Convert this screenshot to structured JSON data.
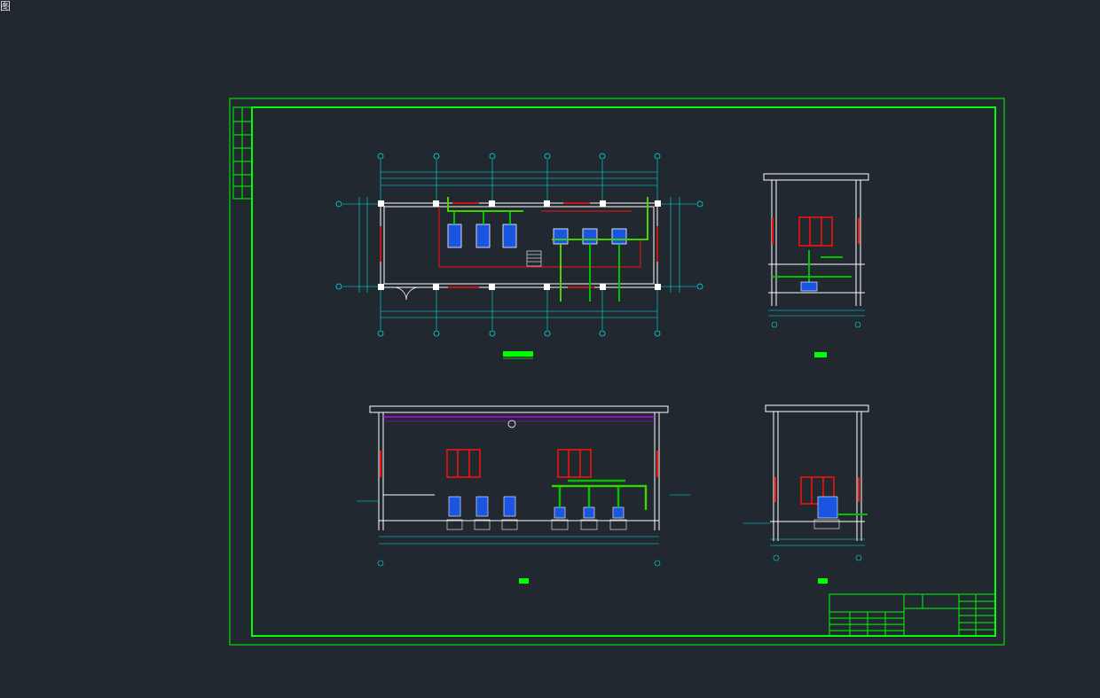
{
  "app": {
    "corner_glyph": "图"
  },
  "colors": {
    "background": "#212830",
    "frame": "#00ff00",
    "dimension": "#00e5e5",
    "wall": "#ffffff",
    "window": "#ff1010",
    "equipment": "#2a6cff",
    "pipe": "#00c000",
    "pipe_highlight": "#ffff00",
    "beam_line": "#c000ff",
    "label_fill": "#00ff00",
    "note_text": "#c060ff"
  },
  "drawing": {
    "views": [
      {
        "id": "plan",
        "kind": "floor-plan",
        "label": ""
      },
      {
        "id": "section-1",
        "kind": "cross-section",
        "label": ""
      },
      {
        "id": "section-2",
        "kind": "longitudinal-section",
        "label": ""
      },
      {
        "id": "section-3",
        "kind": "cross-section",
        "label": ""
      }
    ],
    "equipment_counts": {
      "tanks": 3,
      "pumps": 3
    }
  },
  "title_block": {
    "rows": 4,
    "cols": 7
  }
}
